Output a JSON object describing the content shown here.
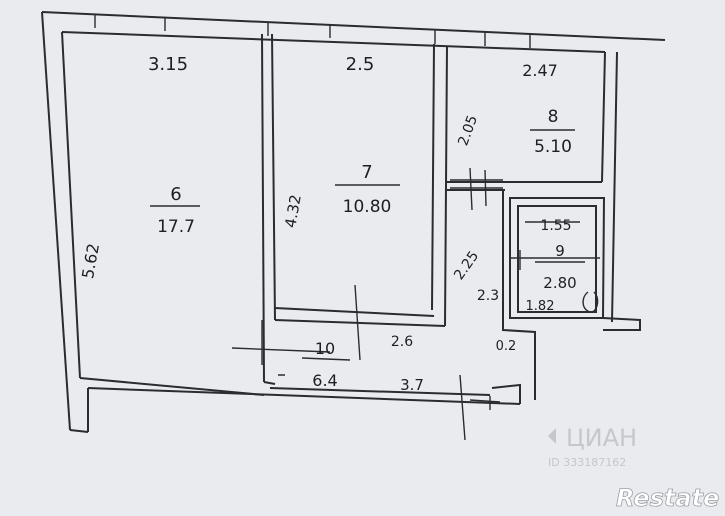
{
  "plan": {
    "rooms": [
      {
        "id": "6",
        "number": "6",
        "area": "17.7"
      },
      {
        "id": "7",
        "number": "7",
        "area": "10.80"
      },
      {
        "id": "8",
        "number": "8",
        "area": "5.10"
      },
      {
        "id": "9",
        "number": "9",
        "area": "2.80"
      },
      {
        "id": "10",
        "number": "10",
        "area": "6.4"
      }
    ],
    "dimensions": {
      "room6_width": "3.15",
      "room6_length": "5.62",
      "room7_width": "2.5",
      "room7_length": "4.32",
      "room8_width": "2.47",
      "room8_side": "2.05",
      "room9_label": "1.55",
      "room9_side_a": "2.25",
      "room9_side_b": "2.3",
      "room9_side_c": "1.82",
      "corridor_a": "2.6",
      "corridor_b": "3.7",
      "gap": "0.2"
    }
  },
  "watermarks": {
    "cian_logo": "ЦИАН",
    "cian_id": "ID 333187162",
    "restate_logo": "Restate"
  },
  "colors": {
    "paper": "#e9ebee",
    "ink": "#1d1f22",
    "watermark": "#c4c7cc"
  }
}
